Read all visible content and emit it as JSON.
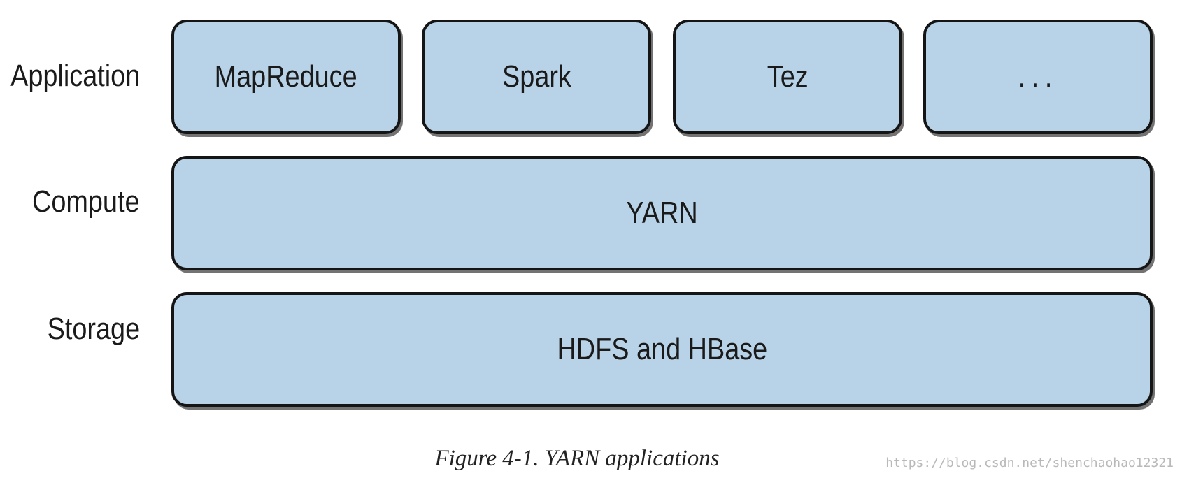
{
  "layers": {
    "application": {
      "label": "Application",
      "items": [
        "MapReduce",
        "Spark",
        "Tez",
        "..."
      ]
    },
    "compute": {
      "label": "Compute",
      "box": "YARN"
    },
    "storage": {
      "label": "Storage",
      "box": "HDFS and HBase"
    }
  },
  "caption": "Figure 4-1. YARN applications",
  "watermark": "https://blog.csdn.net/shenchaohao12321",
  "colors": {
    "box_fill": "#b8d3e8",
    "box_border": "#151515"
  }
}
